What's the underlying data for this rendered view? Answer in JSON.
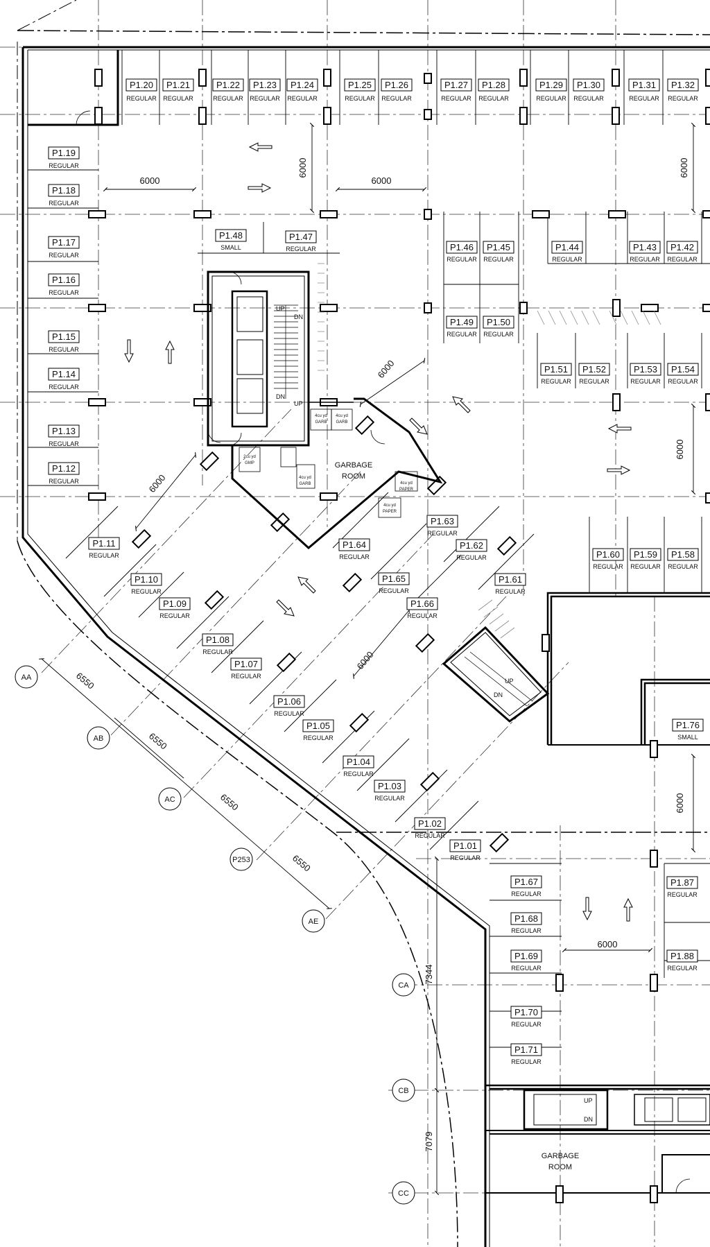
{
  "plan": {
    "stalls": [
      {
        "id": "P1.20",
        "type": "REGULAR"
      },
      {
        "id": "P1.21",
        "type": "REGULAR"
      },
      {
        "id": "P1.22",
        "type": "REGULAR"
      },
      {
        "id": "P1.23",
        "type": "REGULAR"
      },
      {
        "id": "P1.24",
        "type": "REGULAR"
      },
      {
        "id": "P1.25",
        "type": "REGULAR"
      },
      {
        "id": "P1.26",
        "type": "REGULAR"
      },
      {
        "id": "P1.27",
        "type": "REGULAR"
      },
      {
        "id": "P1.28",
        "type": "REGULAR"
      },
      {
        "id": "P1.29",
        "type": "REGULAR"
      },
      {
        "id": "P1.30",
        "type": "REGULAR"
      },
      {
        "id": "P1.31",
        "type": "REGULAR"
      },
      {
        "id": "P1.32",
        "type": "REGULAR"
      },
      {
        "id": "P1.19",
        "type": "REGULAR"
      },
      {
        "id": "P1.18",
        "type": "REGULAR"
      },
      {
        "id": "P1.17",
        "type": "REGULAR"
      },
      {
        "id": "P1.16",
        "type": "REGULAR"
      },
      {
        "id": "P1.15",
        "type": "REGULAR"
      },
      {
        "id": "P1.14",
        "type": "REGULAR"
      },
      {
        "id": "P1.13",
        "type": "REGULAR"
      },
      {
        "id": "P1.12",
        "type": "REGULAR"
      },
      {
        "id": "P1.48",
        "type": "SMALL"
      },
      {
        "id": "P1.47",
        "type": "REGULAR"
      },
      {
        "id": "P1.46",
        "type": "REGULAR"
      },
      {
        "id": "P1.45",
        "type": "REGULAR"
      },
      {
        "id": "P1.44",
        "type": "REGULAR"
      },
      {
        "id": "P1.43",
        "type": "REGULAR"
      },
      {
        "id": "P1.42",
        "type": "REGULAR"
      },
      {
        "id": "P1.49",
        "type": "REGULAR"
      },
      {
        "id": "P1.50",
        "type": "REGULAR"
      },
      {
        "id": "P1.51",
        "type": "REGULAR"
      },
      {
        "id": "P1.52",
        "type": "REGULAR"
      },
      {
        "id": "P1.53",
        "type": "REGULAR"
      },
      {
        "id": "P1.54",
        "type": "REGULAR"
      },
      {
        "id": "P1.11",
        "type": "REGULAR"
      },
      {
        "id": "P1.10",
        "type": "REGULAR"
      },
      {
        "id": "P1.09",
        "type": "REGULAR"
      },
      {
        "id": "P1.08",
        "type": "REGULAR"
      },
      {
        "id": "P1.07",
        "type": "REGULAR"
      },
      {
        "id": "P1.06",
        "type": "REGULAR"
      },
      {
        "id": "P1.05",
        "type": "REGULAR"
      },
      {
        "id": "P1.04",
        "type": "REGULAR"
      },
      {
        "id": "P1.03",
        "type": "REGULAR"
      },
      {
        "id": "P1.02",
        "type": "REGULAR"
      },
      {
        "id": "P1.01",
        "type": "REGULAR"
      },
      {
        "id": "P1.64",
        "type": "REGULAR"
      },
      {
        "id": "P1.63",
        "type": "REGULAR"
      },
      {
        "id": "P1.62",
        "type": "REGULAR"
      },
      {
        "id": "P1.65",
        "type": "REGULAR"
      },
      {
        "id": "P1.66",
        "type": "REGULAR"
      },
      {
        "id": "P1.61",
        "type": "REGULAR"
      },
      {
        "id": "P1.60",
        "type": "REGULAR"
      },
      {
        "id": "P1.59",
        "type": "REGULAR"
      },
      {
        "id": "P1.58",
        "type": "REGULAR"
      },
      {
        "id": "P1.76",
        "type": "SMALL"
      },
      {
        "id": "P1.67",
        "type": "REGULAR"
      },
      {
        "id": "P1.68",
        "type": "REGULAR"
      },
      {
        "id": "P1.69",
        "type": "REGULAR"
      },
      {
        "id": "P1.70",
        "type": "REGULAR"
      },
      {
        "id": "P1.71",
        "type": "REGULAR"
      },
      {
        "id": "P1.87",
        "type": "REGULAR"
      },
      {
        "id": "P1.88",
        "type": "REGULAR"
      }
    ],
    "dimensions": [
      "6000",
      "6000",
      "6000",
      "6000",
      "6000",
      "6000",
      "6000",
      "6000",
      "6550",
      "6550",
      "6550",
      "6550",
      "7344",
      "7079"
    ],
    "grid_labels": [
      "AA",
      "AB",
      "AC",
      "P253",
      "AE",
      "CA",
      "CB",
      "CC"
    ],
    "rooms": [
      {
        "line1": "GARBAGE",
        "line2": "ROOM"
      },
      {
        "line1": "GARBAGE",
        "line2": "ROOM"
      }
    ],
    "bins": [
      {
        "line1": "4cu yd",
        "line2": "GARB"
      },
      {
        "line1": "4cu yd",
        "line2": "GARB"
      },
      {
        "line1": "2cu yd",
        "line2": "GMP"
      },
      {
        "line1": "4cu yd",
        "line2": "GARB"
      },
      {
        "line1": "4cu yd",
        "line2": "PAPER"
      },
      {
        "line1": "4cu yd",
        "line2": "PAPER"
      }
    ],
    "stair_labels": [
      "UP",
      "DN",
      "UP",
      "DN",
      "UP",
      "DN",
      "UP",
      "DN"
    ]
  }
}
